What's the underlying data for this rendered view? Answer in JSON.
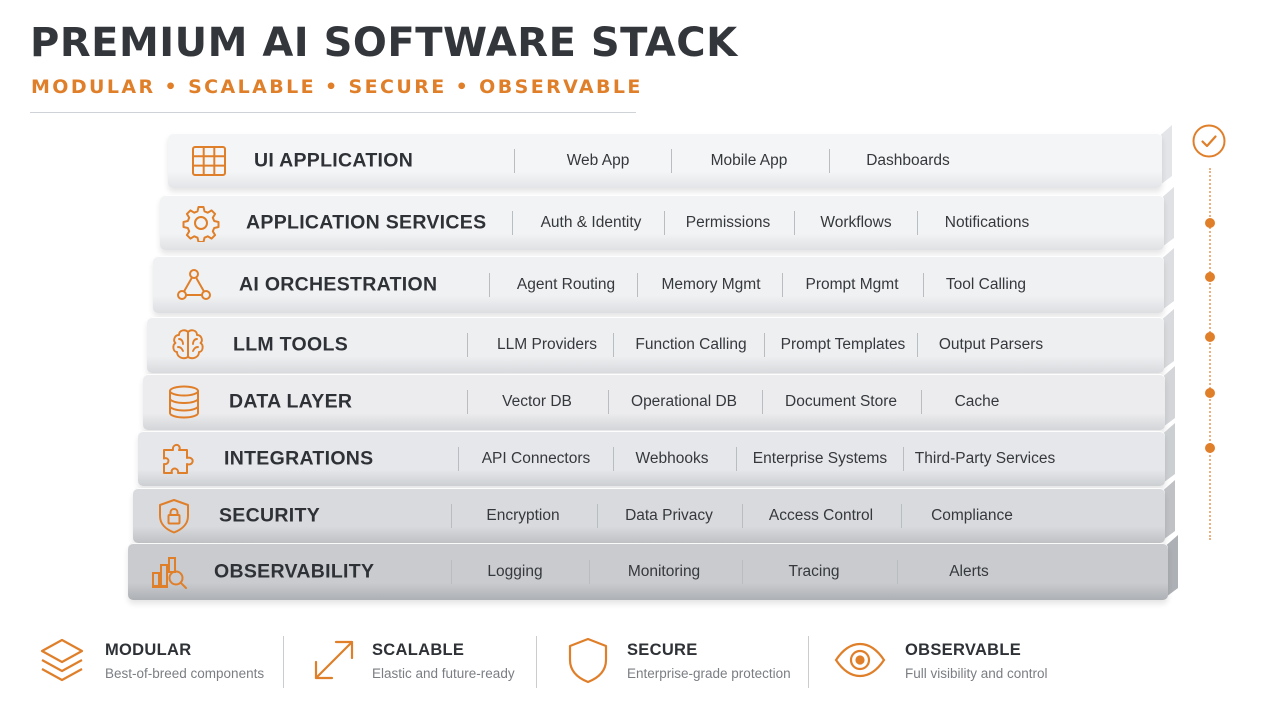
{
  "title": "PREMIUM AI SOFTWARE STACK",
  "subtitle": "MODULAR • SCALABLE • SECURE • OBSERVABLE",
  "accent_color": "#e07f2a",
  "layers": [
    {
      "label": "UI APPLICATION",
      "icon": "grid-icon",
      "items": [
        "Web App",
        "Mobile App",
        "Dashboards"
      ]
    },
    {
      "label": "APPLICATION SERVICES",
      "icon": "gear-icon",
      "items": [
        "Auth & Identity",
        "Permissions",
        "Workflows",
        "Notifications"
      ]
    },
    {
      "label": "AI ORCHESTRATION",
      "icon": "network-nodes-icon",
      "items": [
        "Agent Routing",
        "Memory Mgmt",
        "Prompt Mgmt",
        "Tool Calling"
      ]
    },
    {
      "label": "LLM TOOLS",
      "icon": "brain-icon",
      "items": [
        "LLM Providers",
        "Function Calling",
        "Prompt Templates",
        "Output Parsers"
      ]
    },
    {
      "label": "DATA LAYER",
      "icon": "database-icon",
      "items": [
        "Vector DB",
        "Operational DB",
        "Document Store",
        "Cache"
      ]
    },
    {
      "label": "INTEGRATIONS",
      "icon": "puzzle-icon",
      "items": [
        "API Connectors",
        "Webhooks",
        "Enterprise Systems",
        "Third-Party Services"
      ]
    },
    {
      "label": "SECURITY",
      "icon": "shield-lock-icon",
      "items": [
        "Encryption",
        "Data Privacy",
        "Access Control",
        "Compliance"
      ]
    },
    {
      "label": "OBSERVABILITY",
      "icon": "chart-magnifier-icon",
      "items": [
        "Logging",
        "Monitoring",
        "Tracing",
        "Alerts"
      ]
    }
  ],
  "features": [
    {
      "title": "MODULAR",
      "desc": "Best-of-breed components",
      "icon": "layers-icon"
    },
    {
      "title": "SCALABLE",
      "desc": "Elastic and future-ready",
      "icon": "expand-arrow-icon"
    },
    {
      "title": "SECURE",
      "desc": "Enterprise-grade protection",
      "icon": "shield-icon"
    },
    {
      "title": "OBSERVABLE",
      "desc": "Full visibility and control",
      "icon": "eye-icon"
    }
  ],
  "timeline_icon": "check-circle-icon"
}
